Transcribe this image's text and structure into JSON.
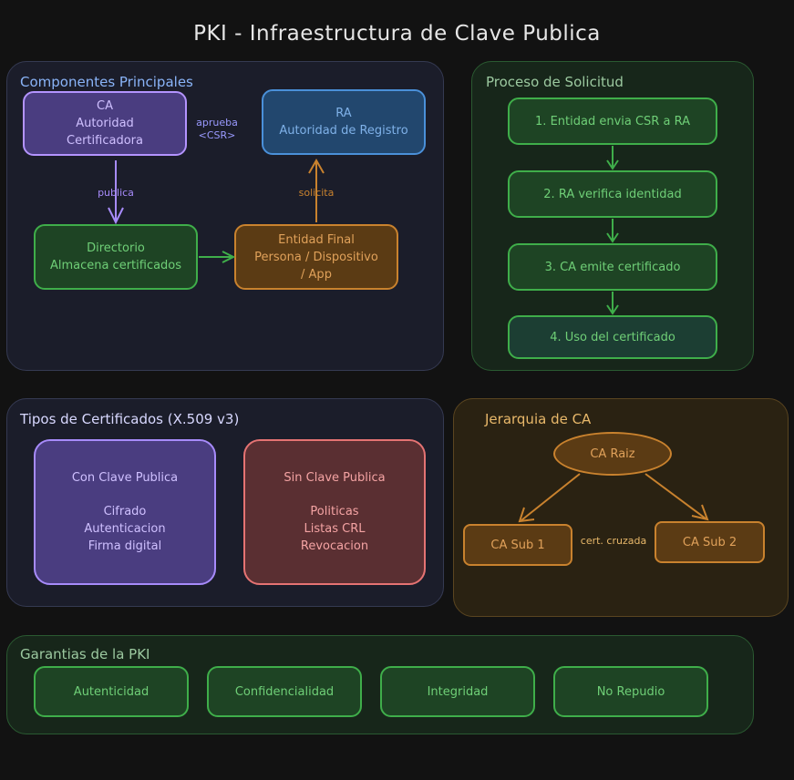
{
  "title": "PKI - Infraestructura de Clave Publica",
  "componentes": {
    "title": "Componentes Principales",
    "ca": [
      "CA",
      "Autoridad",
      "Certificadora"
    ],
    "ra": [
      "RA",
      "Autoridad de Registro"
    ],
    "directorio": [
      "Directorio",
      "Almacena certificados"
    ],
    "entidad": [
      "Entidad Final",
      "Persona / Dispositivo",
      "/ App"
    ],
    "aprueba": "aprueba",
    "csr": "CSR",
    "publica": "publica",
    "solicita": "solicita"
  },
  "proceso": {
    "title": "Proceso de Solicitud",
    "steps": [
      "1. Entidad envia CSR a RA",
      "2. RA verifica identidad",
      "3. CA emite certificado",
      "4. Uso del certificado"
    ]
  },
  "tipos": {
    "title": "Tipos de Certificados (X.509 v3)",
    "con": {
      "heading": "Con Clave Publica",
      "items": [
        "Cifrado",
        "Autenticacion",
        "Firma digital"
      ]
    },
    "sin": {
      "heading": "Sin Clave Publica",
      "items": [
        "Politicas",
        "Listas CRL",
        "Revocacion"
      ]
    }
  },
  "jerarquia": {
    "title": "Jerarquia de CA",
    "raiz": "CA Raiz",
    "sub1": "CA Sub 1",
    "sub2": "CA Sub 2",
    "cruzada": "cert. cruzada"
  },
  "garantias": {
    "title": "Garantias de la PKI",
    "items": [
      "Autenticidad",
      "Confidencialidad",
      "Integridad",
      "No Repudio"
    ]
  },
  "colors": {
    "purple": "#a78bfa",
    "blue": "#4a90d9",
    "green": "#3fae4a",
    "orange": "#c9822e",
    "red": "#e57373"
  }
}
